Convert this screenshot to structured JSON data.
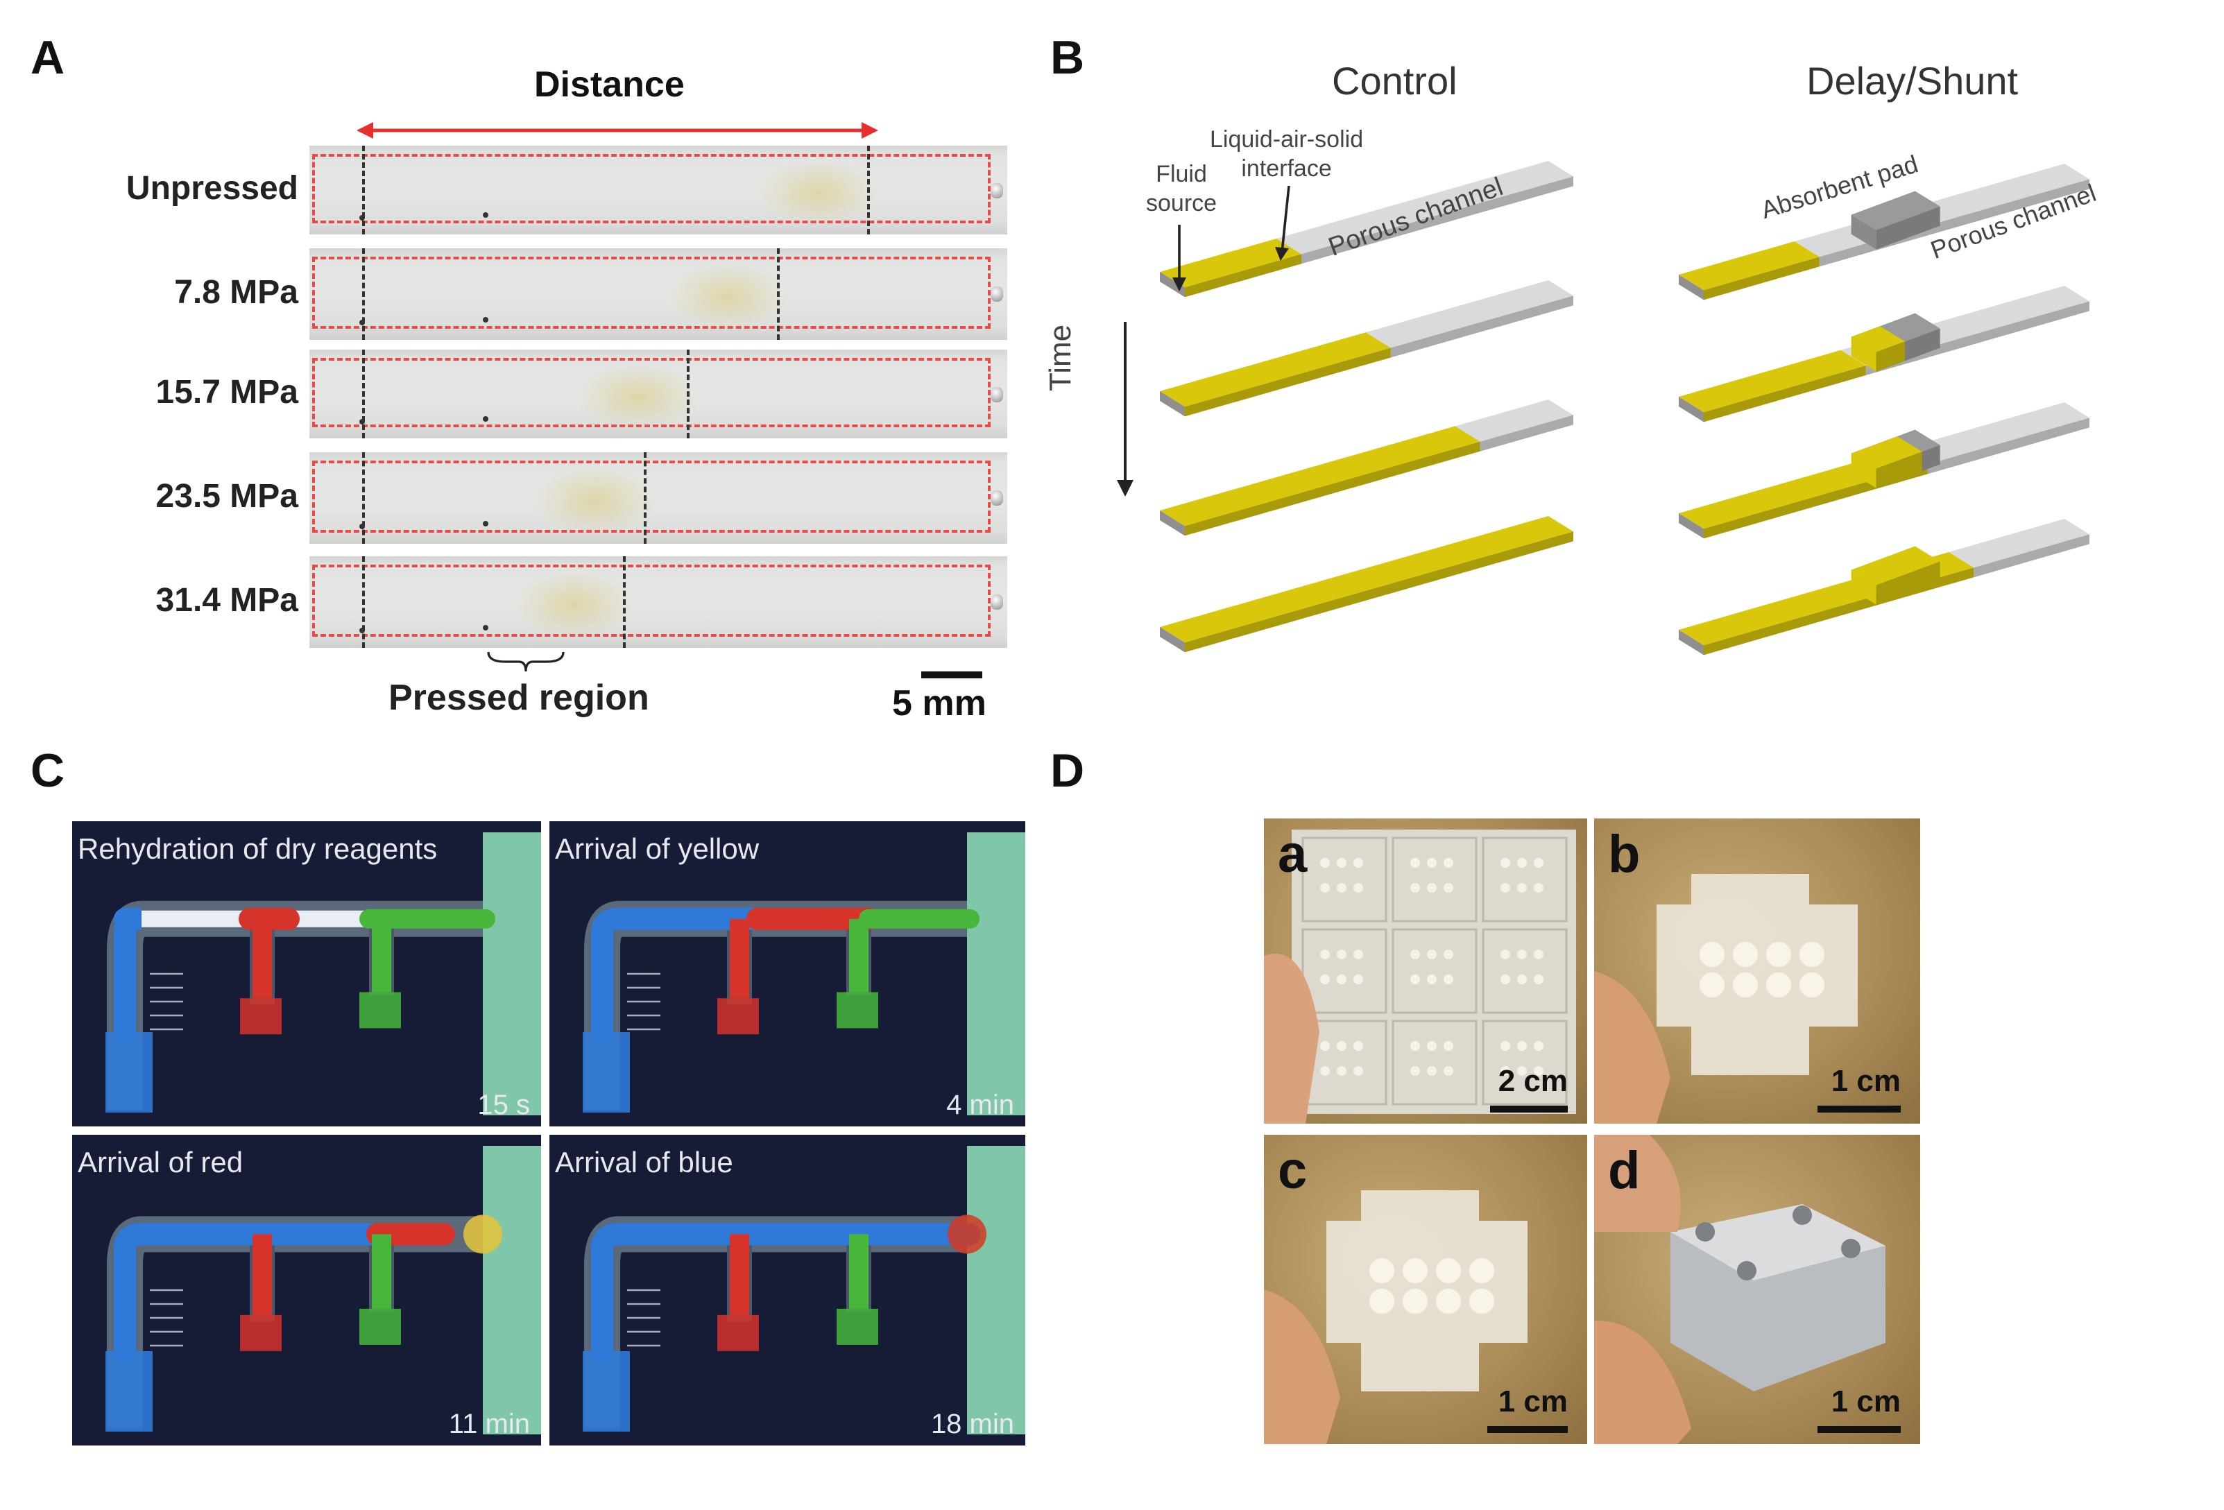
{
  "panels": {
    "a": {
      "label": "A",
      "distance_label": "Distance",
      "rows": [
        {
          "label": "Unpressed",
          "front_fraction": 0.8
        },
        {
          "label": "7.8 MPa",
          "front_fraction": 0.67
        },
        {
          "label": "15.7 MPa",
          "front_fraction": 0.54
        },
        {
          "label": "23.5 MPa",
          "front_fraction": 0.48
        },
        {
          "label": "31.4 MPa",
          "front_fraction": 0.45
        }
      ],
      "pressed_region_label": "Pressed region",
      "scale_bar_label": "5 mm",
      "colors": {
        "distance_arrow": "#e53030",
        "boundary": "#e84a4a"
      }
    },
    "b": {
      "label": "B",
      "control_title": "Control",
      "delay_title": "Delay/Shunt",
      "liquid_air_solid_label": "Liquid-air-solid\ninterface",
      "fluid_source_label": "Fluid\nsource",
      "porous_channel_label": "Porous channel",
      "absorbent_pad_label": "Absorbent pad",
      "time_label": "Time",
      "control_fill_fractions": [
        0.3,
        0.53,
        0.76,
        1.0
      ],
      "delay_fill_fractions": [
        0.3,
        0.42,
        0.58,
        0.7
      ],
      "colors": {
        "fluid": "#d9c70c",
        "channel": "#d8dadc",
        "pad": "#9a9a9a"
      }
    },
    "c": {
      "label": "C",
      "frames": [
        {
          "caption": "Rehydration of dry reagents",
          "time": "15 s"
        },
        {
          "caption": "Arrival of yellow",
          "time": "4 min"
        },
        {
          "caption": "Arrival of red",
          "time": "11 min"
        },
        {
          "caption": "Arrival of blue",
          "time": "18 min"
        }
      ],
      "colors": {
        "blue": "#2f7ad8",
        "red": "#d6332b",
        "green": "#47b63b",
        "background": "#161c36"
      }
    },
    "d": {
      "label": "D",
      "photos": [
        {
          "letter": "a",
          "scale": "2 cm"
        },
        {
          "letter": "b",
          "scale": "1 cm"
        },
        {
          "letter": "c",
          "scale": "1 cm"
        },
        {
          "letter": "d",
          "scale": "1 cm"
        }
      ]
    }
  }
}
